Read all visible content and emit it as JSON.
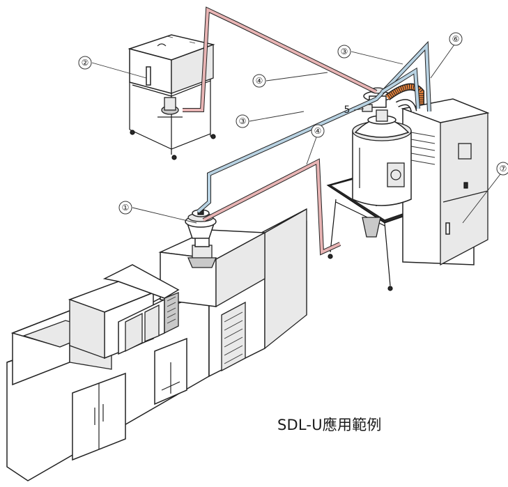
{
  "caption": "SDL-U應用範例",
  "callouts": [
    {
      "label": "1",
      "text": "①"
    },
    {
      "label": "2",
      "text": "②"
    },
    {
      "label": "3",
      "text": "③"
    },
    {
      "label": "3",
      "text": "③"
    },
    {
      "label": "4",
      "text": "④"
    },
    {
      "label": "4",
      "text": "④"
    },
    {
      "label": "5",
      "text": "5"
    },
    {
      "label": "6",
      "text": "⑥"
    },
    {
      "label": "7",
      "text": "⑦"
    }
  ],
  "colors": {
    "return_pipe": "#e8b4b4",
    "vacuum_pipe": "#b8d2e2",
    "flex_hose": "#e8823a",
    "outline": "#222222"
  }
}
